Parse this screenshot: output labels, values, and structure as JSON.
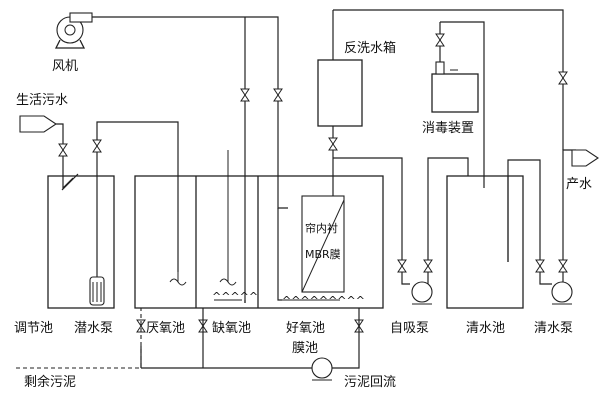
{
  "labels": {
    "fan": "风机",
    "domestic_sewage": "生活污水",
    "backwash_tank": "反洗水箱",
    "disinfection_device": "消毒装置",
    "product_water": "产水",
    "membrane_line1": "帘内衬",
    "membrane_line2": "MBR膜",
    "regulating_tank": "调节池",
    "submersible_pump": "潜水泵",
    "anaerobic_tank": "厌氧池",
    "anoxic_tank": "缺氧池",
    "aerobic_tank": "好氧池",
    "membrane_tank": "膜池",
    "self_priming_pump": "自吸泵",
    "clear_water_tank": "清水池",
    "clear_water_pump": "清水泵",
    "excess_sludge": "剩余污泥",
    "sludge_return": "污泥回流"
  }
}
